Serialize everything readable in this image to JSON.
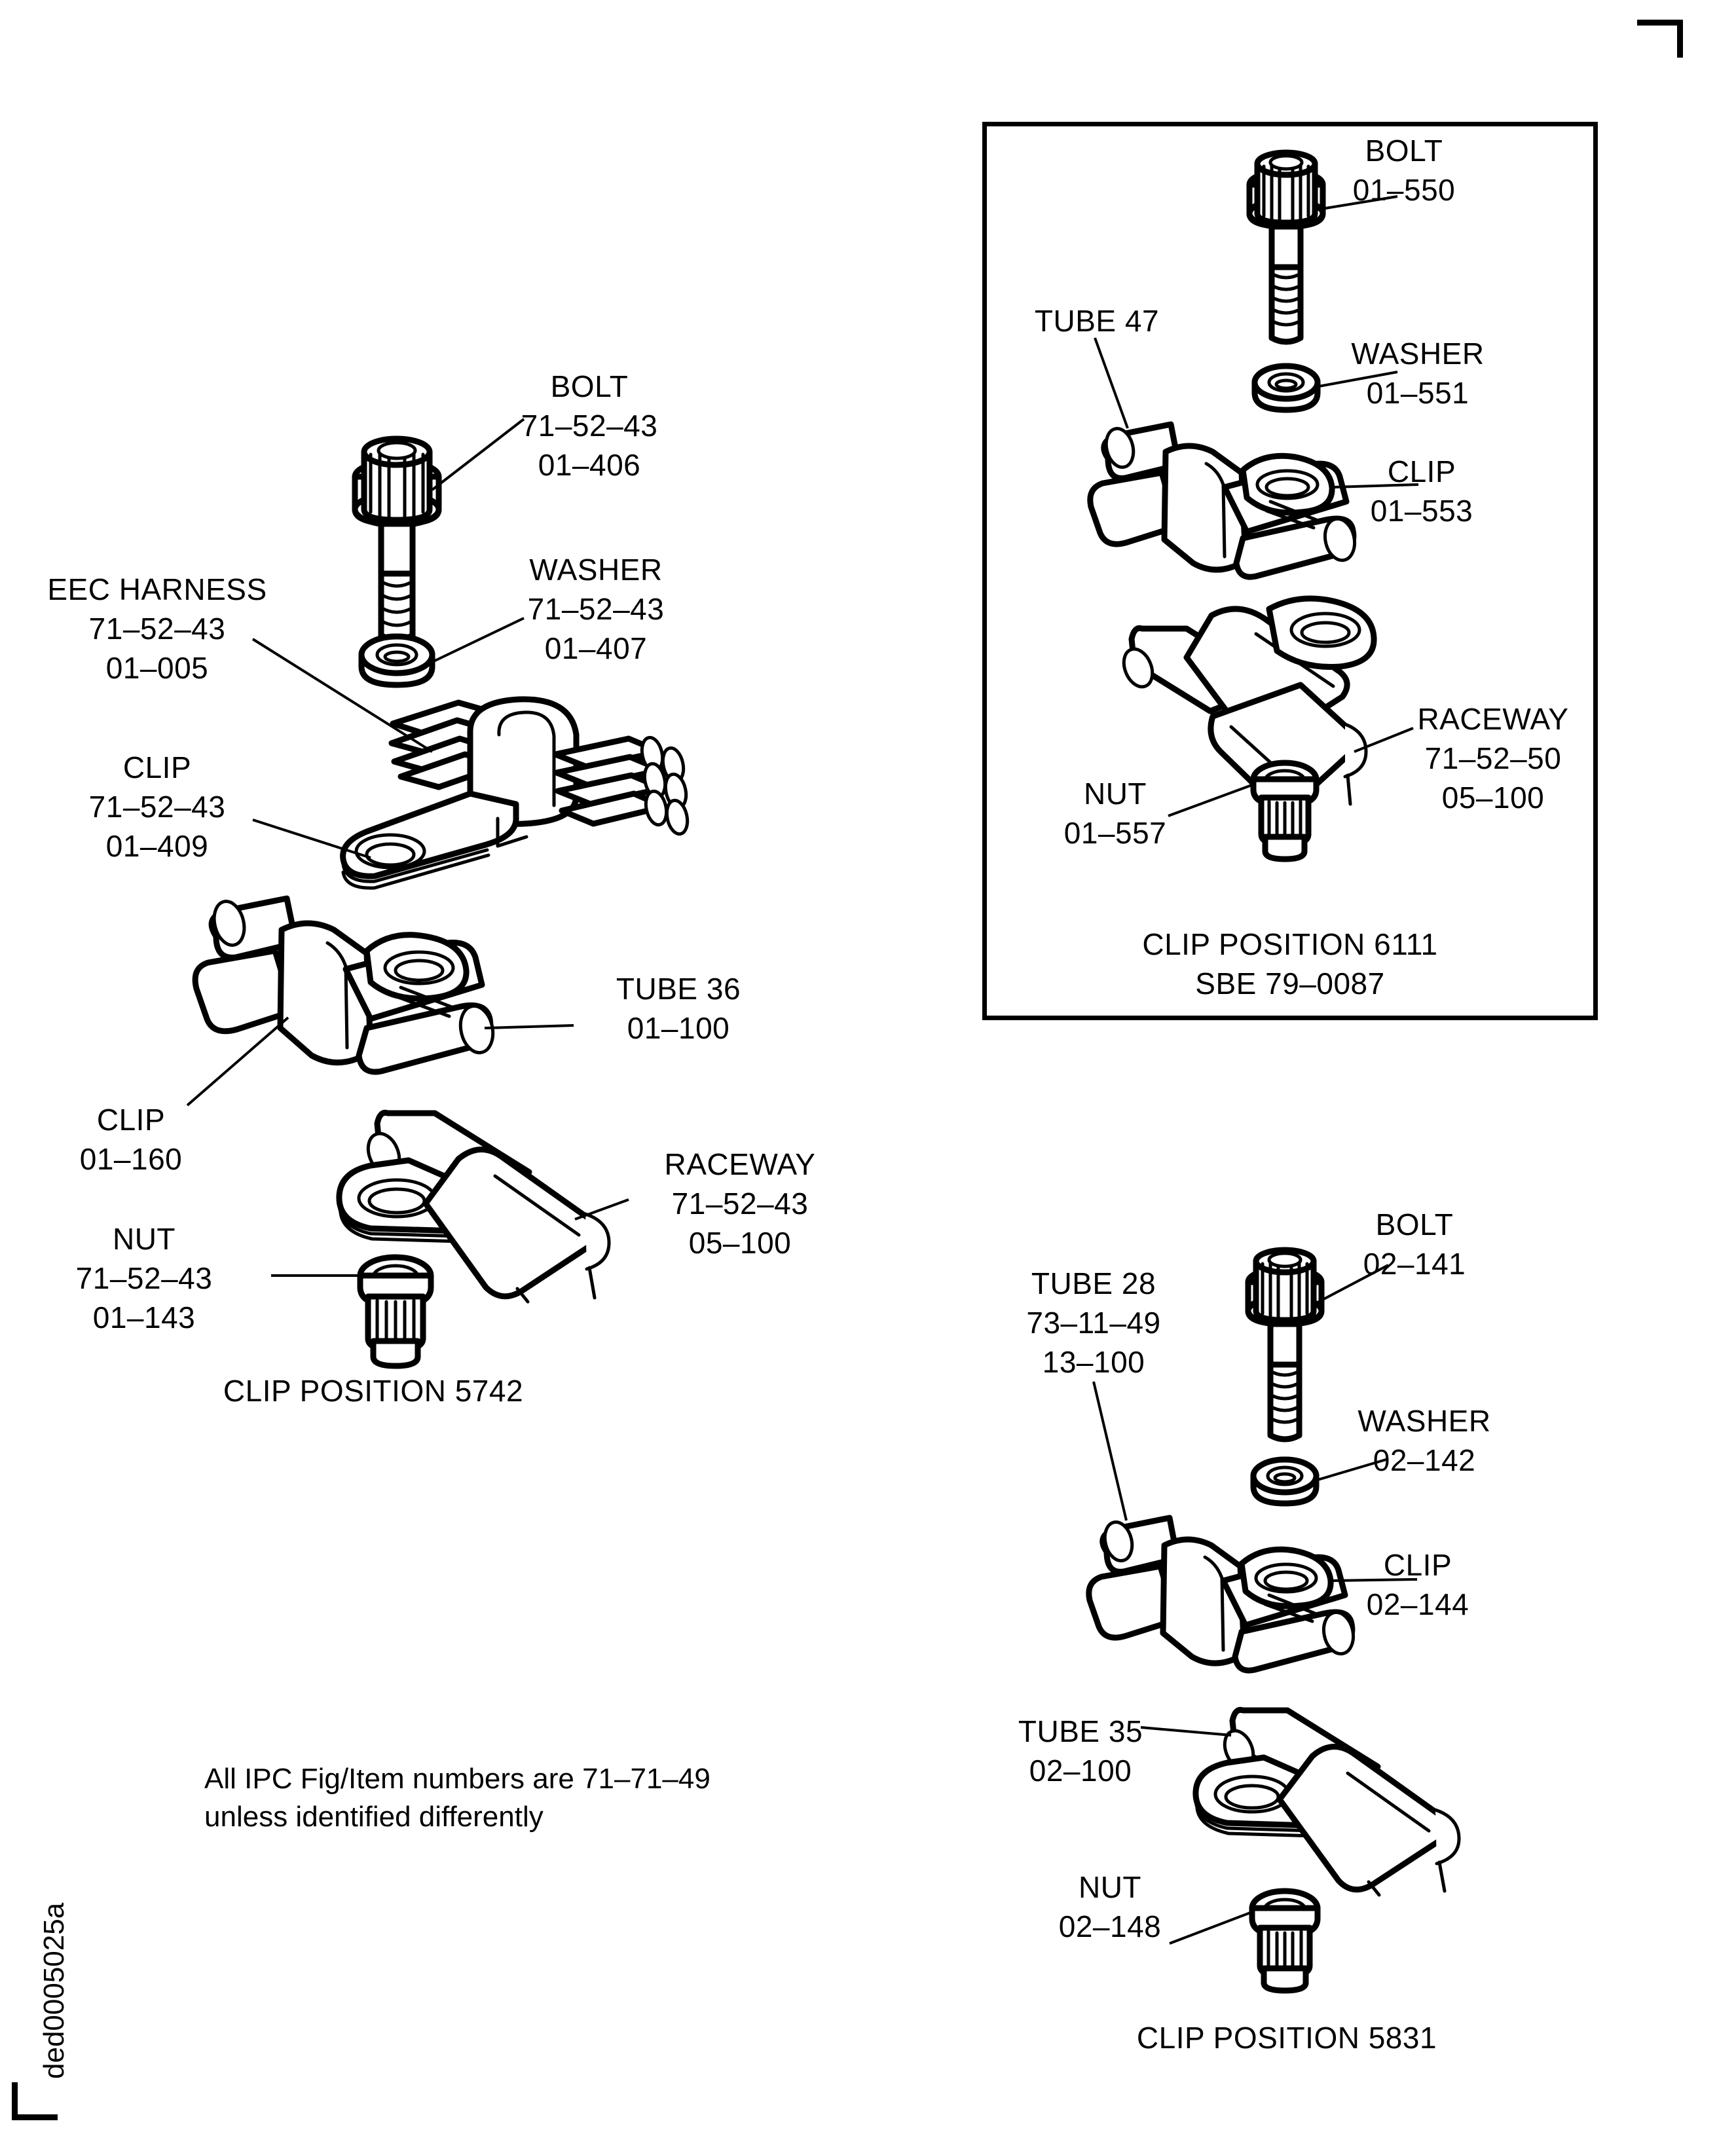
{
  "figure": {
    "drawing_id": "ded0005025a",
    "general_note_line1": "All IPC Fig/Item numbers are 71–71–49",
    "general_note_line2": "unless identified differently"
  },
  "assembly_left": {
    "caption": "CLIP POSITION 5742",
    "parts": [
      {
        "name": "BOLT",
        "ipc": "71–52–43",
        "item": "01–406"
      },
      {
        "name": "WASHER",
        "ipc": "71–52–43",
        "item": "01–407"
      },
      {
        "name": "EEC HARNESS",
        "ipc": "71–52–43",
        "item": "01–005"
      },
      {
        "name": "CLIP",
        "ipc": "71–52–43",
        "item": "01–409"
      },
      {
        "name": "TUBE 36",
        "ipc": "",
        "item": "01–100"
      },
      {
        "name": "CLIP",
        "ipc": "",
        "item": "01–160"
      },
      {
        "name": "RACEWAY",
        "ipc": "71–52–43",
        "item": "05–100"
      },
      {
        "name": "NUT",
        "ipc": "71–52–43",
        "item": "01–143"
      }
    ]
  },
  "assembly_boxed": {
    "caption_line1": "CLIP POSITION 6111",
    "caption_line2": "SBE 79–0087",
    "parts": [
      {
        "name": "BOLT",
        "ipc": "",
        "item": "01–550"
      },
      {
        "name": "WASHER",
        "ipc": "",
        "item": "01–551"
      },
      {
        "name": "TUBE 47",
        "ipc": "",
        "item": ""
      },
      {
        "name": "CLIP",
        "ipc": "",
        "item": "01–553"
      },
      {
        "name": "RACEWAY",
        "ipc": "71–52–50",
        "item": "05–100"
      },
      {
        "name": "NUT",
        "ipc": "",
        "item": "01–557"
      }
    ]
  },
  "assembly_lower_right": {
    "caption": "CLIP POSITION 5831",
    "parts": [
      {
        "name": "BOLT",
        "ipc": "",
        "item": "02–141"
      },
      {
        "name": "WASHER",
        "ipc": "",
        "item": "02–142"
      },
      {
        "name": "TUBE 28",
        "ipc": "73–11–49",
        "item": "13–100"
      },
      {
        "name": "CLIP",
        "ipc": "",
        "item": "02–144"
      },
      {
        "name": "TUBE 35",
        "ipc": "",
        "item": "02–100"
      },
      {
        "name": "NUT",
        "ipc": "",
        "item": "02–148"
      }
    ]
  },
  "colors": {
    "ink": "#000000",
    "paper": "#ffffff"
  }
}
